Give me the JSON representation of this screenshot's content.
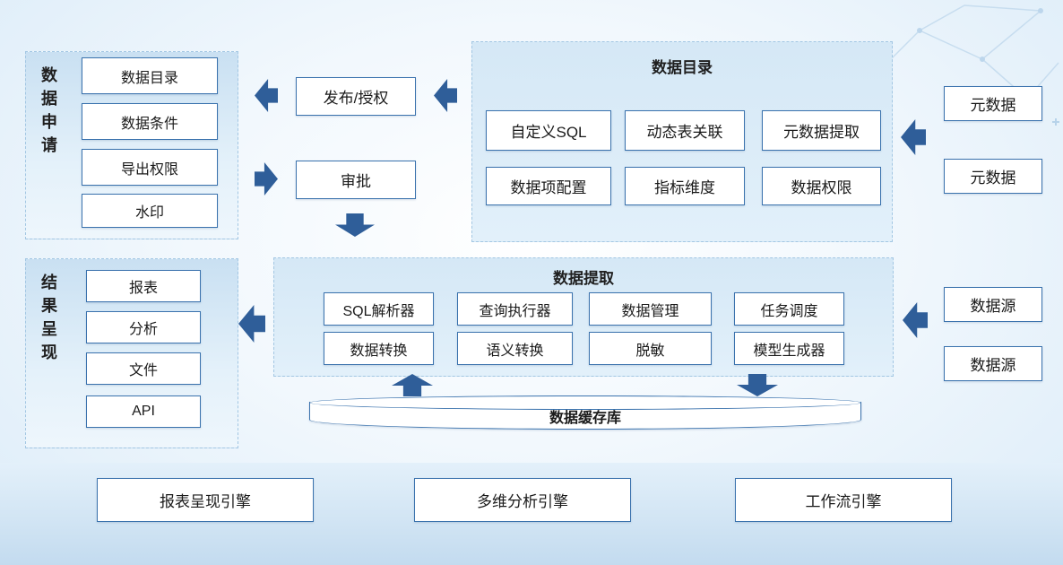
{
  "colors": {
    "arrow": "#2f5e99",
    "box_border": "#3a72ad",
    "group_fill": "#d5e8f6",
    "background": "#dcecf8"
  },
  "left_top_group": {
    "title": "数据申请",
    "items": [
      "数据目录",
      "数据条件",
      "导出权限",
      "水印"
    ]
  },
  "flow": {
    "publish": "发布/授权",
    "approve": "审批"
  },
  "catalog_group": {
    "title": "数据目录",
    "row1": [
      "自定义SQL",
      "动态表关联",
      "元数据提取"
    ],
    "row2": [
      "数据项配置",
      "指标维度",
      "数据权限"
    ]
  },
  "metadata_boxes": [
    "元数据",
    "元数据"
  ],
  "extraction_group": {
    "title": "数据提取",
    "row1": [
      "SQL解析器",
      "查询执行器",
      "数据管理",
      "任务调度"
    ],
    "row2": [
      "数据转换",
      "语义转换",
      "脱敏",
      "模型生成器"
    ]
  },
  "source_boxes": [
    "数据源",
    "数据源"
  ],
  "left_bottom_group": {
    "title": "结果呈现",
    "items": [
      "报表",
      "分析",
      "文件",
      "API"
    ]
  },
  "cache": {
    "label": "数据缓存库"
  },
  "engines": [
    "报表呈现引擎",
    "多维分析引擎",
    "工作流引擎"
  ]
}
